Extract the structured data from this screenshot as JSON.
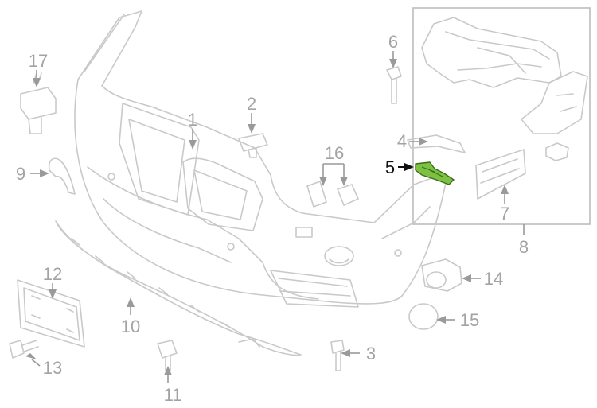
{
  "callouts": [
    {
      "id": "1",
      "text": "1"
    },
    {
      "id": "2",
      "text": "2"
    },
    {
      "id": "3",
      "text": "3"
    },
    {
      "id": "4",
      "text": "4"
    },
    {
      "id": "5",
      "text": "5"
    },
    {
      "id": "6",
      "text": "6"
    },
    {
      "id": "7",
      "text": "7"
    },
    {
      "id": "8",
      "text": "8"
    },
    {
      "id": "9",
      "text": "9"
    },
    {
      "id": "10",
      "text": "10"
    },
    {
      "id": "11",
      "text": "11"
    },
    {
      "id": "12",
      "text": "12"
    },
    {
      "id": "13",
      "text": "13"
    },
    {
      "id": "14",
      "text": "14"
    },
    {
      "id": "15",
      "text": "15"
    },
    {
      "id": "16",
      "text": "16"
    },
    {
      "id": "17",
      "text": "17"
    }
  ],
  "highlight": {
    "part": "5",
    "color": "#7bc142"
  }
}
